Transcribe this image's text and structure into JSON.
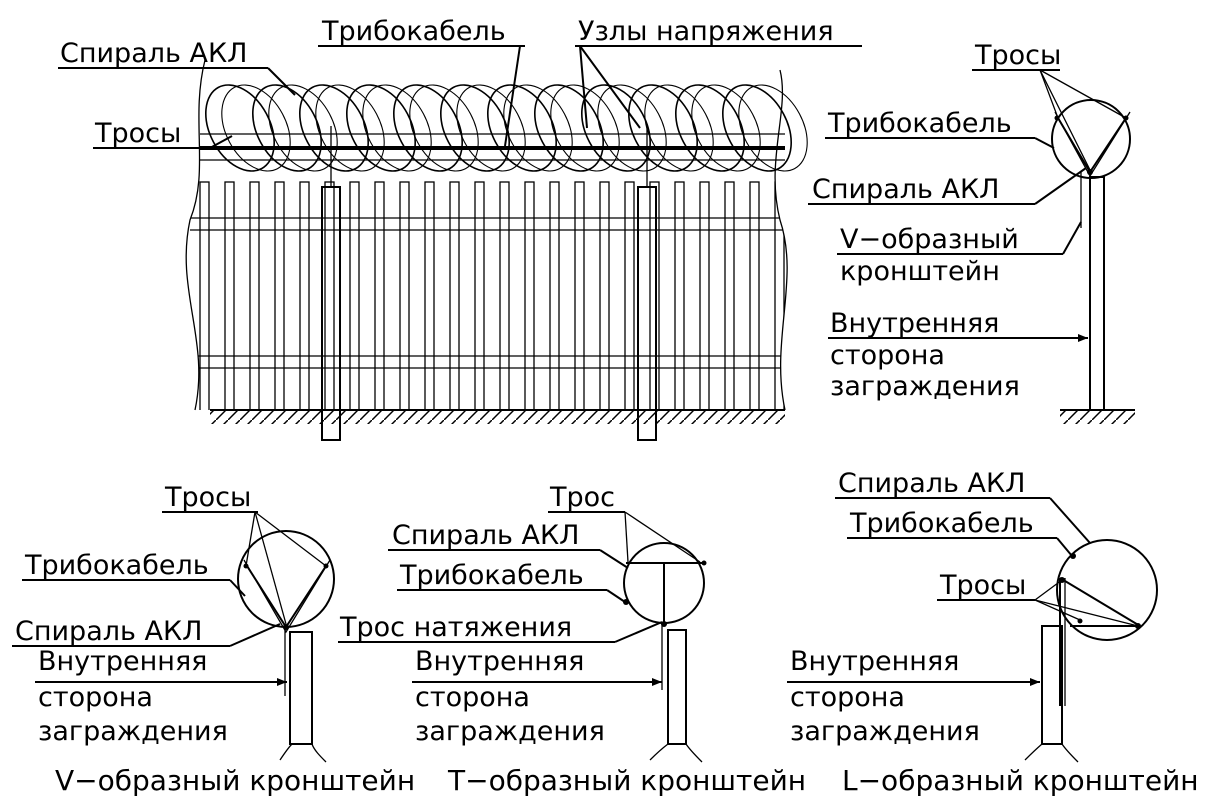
{
  "main": {
    "labels": {
      "spiral": "Спираль АКЛ",
      "tribocable": "Трибокабель",
      "tension_nodes": "Узлы напряжения",
      "cables": "Тросы"
    }
  },
  "side_view": {
    "cables": "Тросы",
    "tribocable": "Трибокабель",
    "spiral": "Спираль АКЛ",
    "bracket_line1": "V−образный",
    "bracket_line2": "кронштейн",
    "inner_line1": "Внутренняя",
    "inner_line2": "сторона",
    "inner_line3": "заграждения"
  },
  "v_bracket": {
    "cables": "Тросы",
    "tribocable": "Трибокабель",
    "spiral": "Спираль АКЛ",
    "inner_line1": "Внутренняя",
    "inner_line2": "сторона",
    "inner_line3": "заграждения",
    "caption": "V−образный кронштейн"
  },
  "t_bracket": {
    "cable": "Трос",
    "spiral": "Спираль АКЛ",
    "tribocable": "Трибокабель",
    "tension_cable": "Трос натяжения",
    "inner_line1": "Внутренняя",
    "inner_line2": "сторона",
    "inner_line3": "заграждения",
    "caption": "T−образный кронштейн"
  },
  "l_bracket": {
    "spiral": "Спираль АКЛ",
    "tribocable": "Трибокабель",
    "cables": "Тросы",
    "inner_line1": "Внутренняя",
    "inner_line2": "сторона",
    "inner_line3": "заграждения",
    "caption": "L−образный кронштейн"
  }
}
